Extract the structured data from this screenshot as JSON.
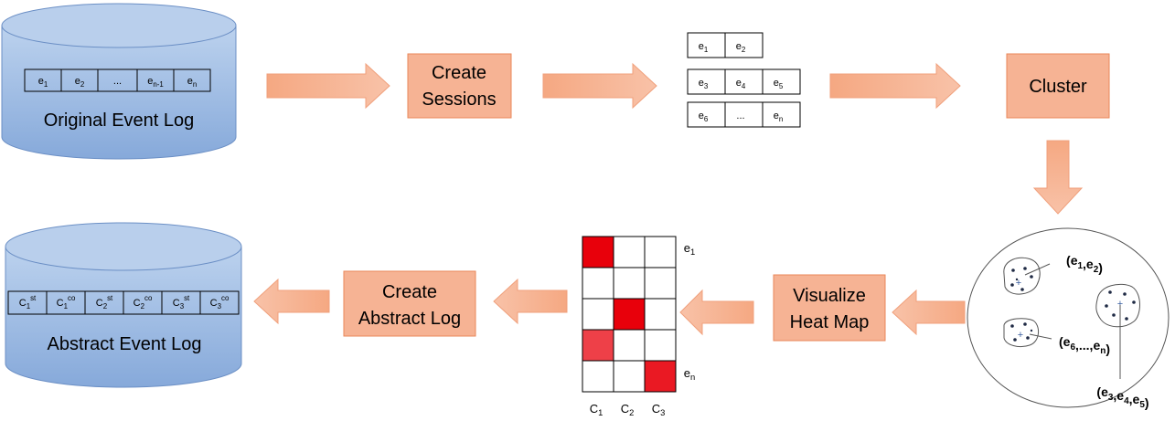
{
  "original_log": {
    "title": "Original Event Log",
    "cells": [
      {
        "base": "e",
        "sub": "1"
      },
      {
        "base": "e",
        "sub": "2"
      },
      {
        "base": "...",
        "sub": ""
      },
      {
        "base": "e",
        "sub": "n-1"
      },
      {
        "base": "e",
        "sub": "n"
      }
    ]
  },
  "abstract_log": {
    "title": "Abstract Event Log",
    "cells": [
      {
        "base": "C",
        "sub": "1",
        "sup": "st"
      },
      {
        "base": "C",
        "sub": "1",
        "sup": "co"
      },
      {
        "base": "C",
        "sub": "2",
        "sup": "st"
      },
      {
        "base": "C",
        "sub": "2",
        "sup": "co"
      },
      {
        "base": "C",
        "sub": "3",
        "sup": "st"
      },
      {
        "base": "C",
        "sub": "3",
        "sup": "co"
      }
    ]
  },
  "steps": {
    "create_sessions": [
      "Create",
      "Sessions"
    ],
    "cluster": [
      "Cluster"
    ],
    "visualize": [
      "Visualize",
      "Heat Map"
    ],
    "create_abstract": [
      "Create",
      "Abstract Log"
    ]
  },
  "sessions": [
    [
      {
        "base": "e",
        "sub": "1"
      },
      {
        "base": "e",
        "sub": "2"
      }
    ],
    [
      {
        "base": "e",
        "sub": "3"
      },
      {
        "base": "e",
        "sub": "4"
      },
      {
        "base": "e",
        "sub": "5"
      }
    ],
    [
      {
        "base": "e",
        "sub": "6"
      },
      {
        "base": "...",
        "sub": ""
      },
      {
        "base": "e",
        "sub": "n"
      }
    ]
  ],
  "clusters": {
    "labels": [
      {
        "text": "(e",
        "parts": [
          [
            "1",
            ","
          ],
          [
            "2",
            ")"
          ]
        ],
        "plain": "(e1,e2)"
      },
      {
        "plain": "(e6,...,en)"
      },
      {
        "plain": "(e3,e4,e5)"
      }
    ]
  },
  "heatmap": {
    "columns": [
      "C1",
      "C2",
      "C3"
    ],
    "row_labels": [
      "e1",
      "en"
    ],
    "rows": 5,
    "cells": [
      [
        1.0,
        0,
        0
      ],
      [
        0,
        0,
        0
      ],
      [
        0,
        1.0,
        0
      ],
      [
        0.75,
        0,
        0
      ],
      [
        0,
        0,
        0.9
      ]
    ]
  },
  "colors": {
    "cylinder_top": "#b4cbea",
    "cylinder_body": "#8fb1e0",
    "cylinder_stroke": "#5f86bf",
    "step_fill": "#f6b394",
    "step_stroke": "#e9875a",
    "arrow_fill": "#f6b394",
    "heat": "#e8000b"
  }
}
